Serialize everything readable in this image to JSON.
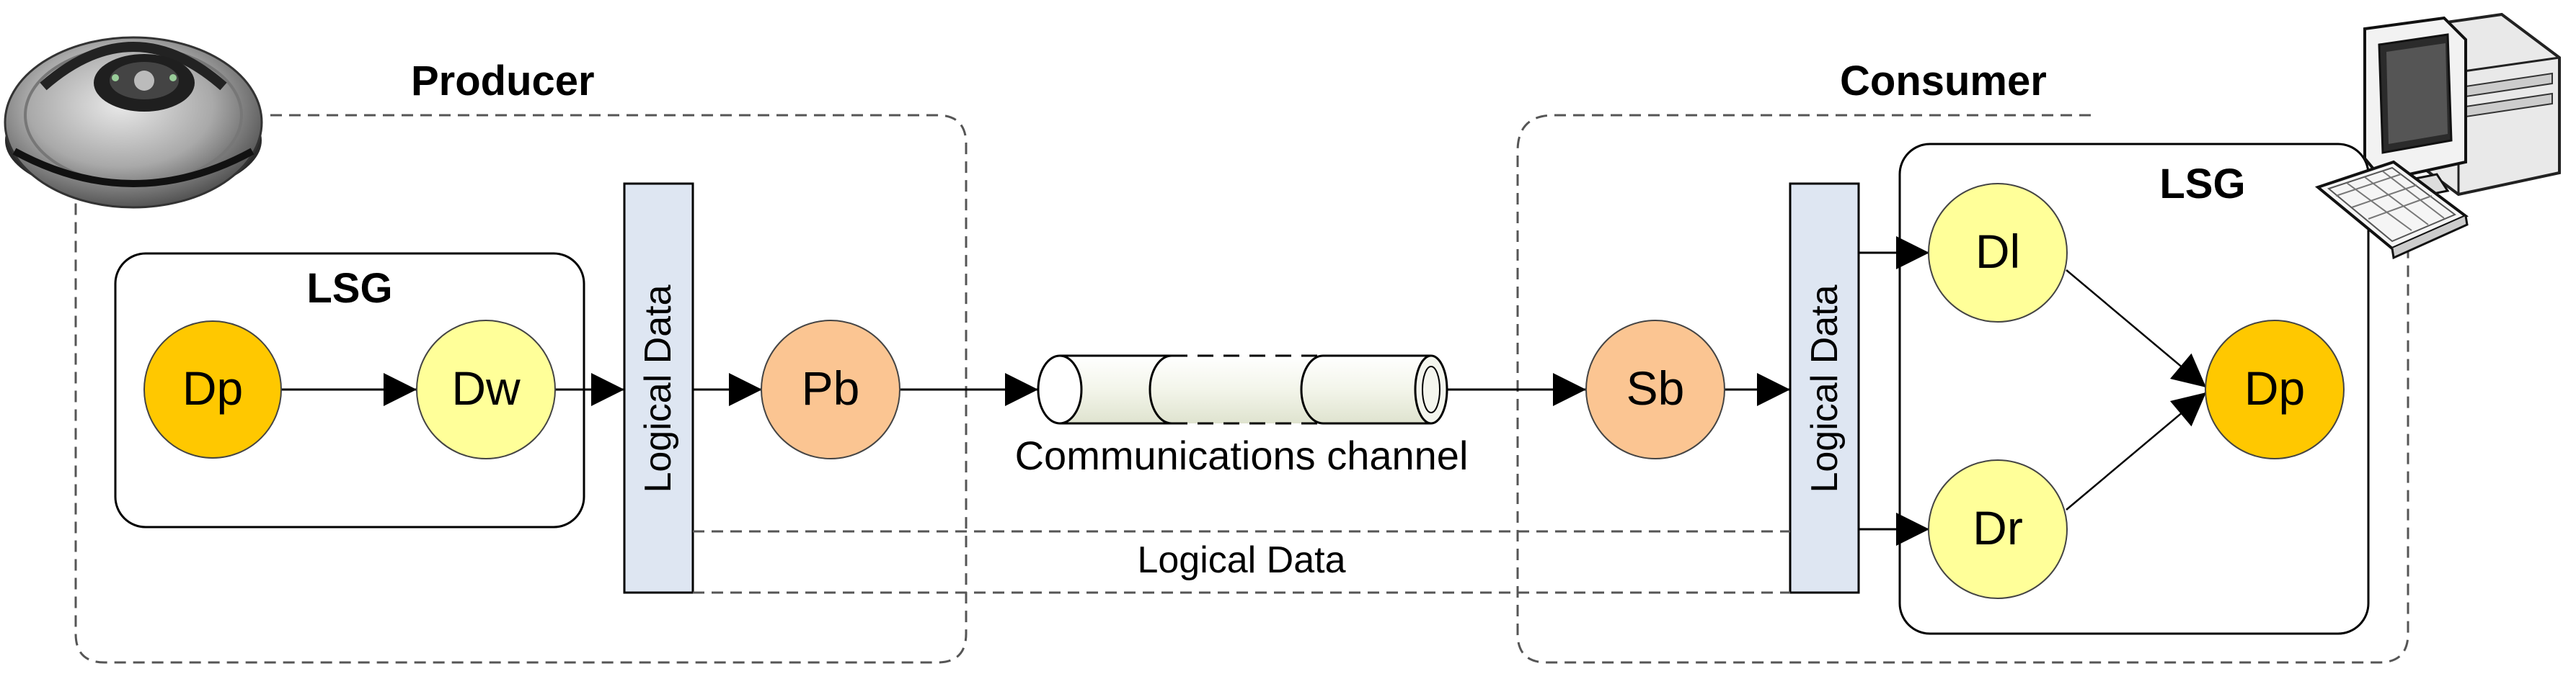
{
  "producer": {
    "title": "Producer",
    "lsg_label": "LSG",
    "logical_data_label": "Logical Data",
    "nodes": {
      "dp": "Dp",
      "dw": "Dw",
      "pb": "Pb"
    }
  },
  "consumer": {
    "title": "Consumer",
    "lsg_label": "LSG",
    "logical_data_label": "Logical Data",
    "nodes": {
      "sb": "Sb",
      "dl": "Dl",
      "dr": "Dr",
      "dp": "Dp"
    }
  },
  "channel": {
    "label": "Communications channel"
  },
  "bypass": {
    "label": "Logical Data"
  },
  "icons": {
    "producer_device": "robot-vacuum-icon",
    "consumer_device": "desktop-computer-icon"
  },
  "colors": {
    "dp_fill": "#FFC800",
    "dw_dl_dr_fill": "#FFFF99",
    "pb_sb_fill": "#FBC592",
    "logical_bar_fill": "#DEE6F2",
    "line": "#000000",
    "dashed": "#555555"
  }
}
